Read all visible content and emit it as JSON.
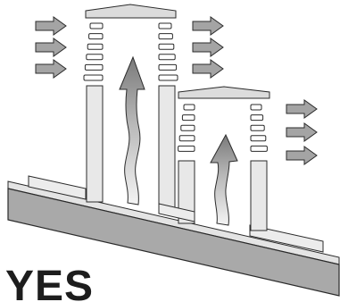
{
  "caption": "YES",
  "colors": {
    "outline": "#2b2b2b",
    "roof_slope_top": "#e4e4e4",
    "roof_slope_side": "#a9a9a9",
    "chimney_fill": "#e8e8e8",
    "cap_fill": "#dcdcdc",
    "louver_fill": "#ffffff",
    "wind_arrow_fill": "#a4a4a4",
    "smoke_arrow_fill": "#8c8c8c",
    "background": "#ffffff"
  },
  "elements": {
    "tall_chimney": {
      "louver_rows_per_side": 6
    },
    "short_chimney": {
      "louver_rows_per_side": 5
    },
    "incoming_wind_arrows": 3,
    "outgoing_wind_arrows_tall": 3,
    "outgoing_wind_arrows_short": 3,
    "smoke_arrows": 2
  }
}
